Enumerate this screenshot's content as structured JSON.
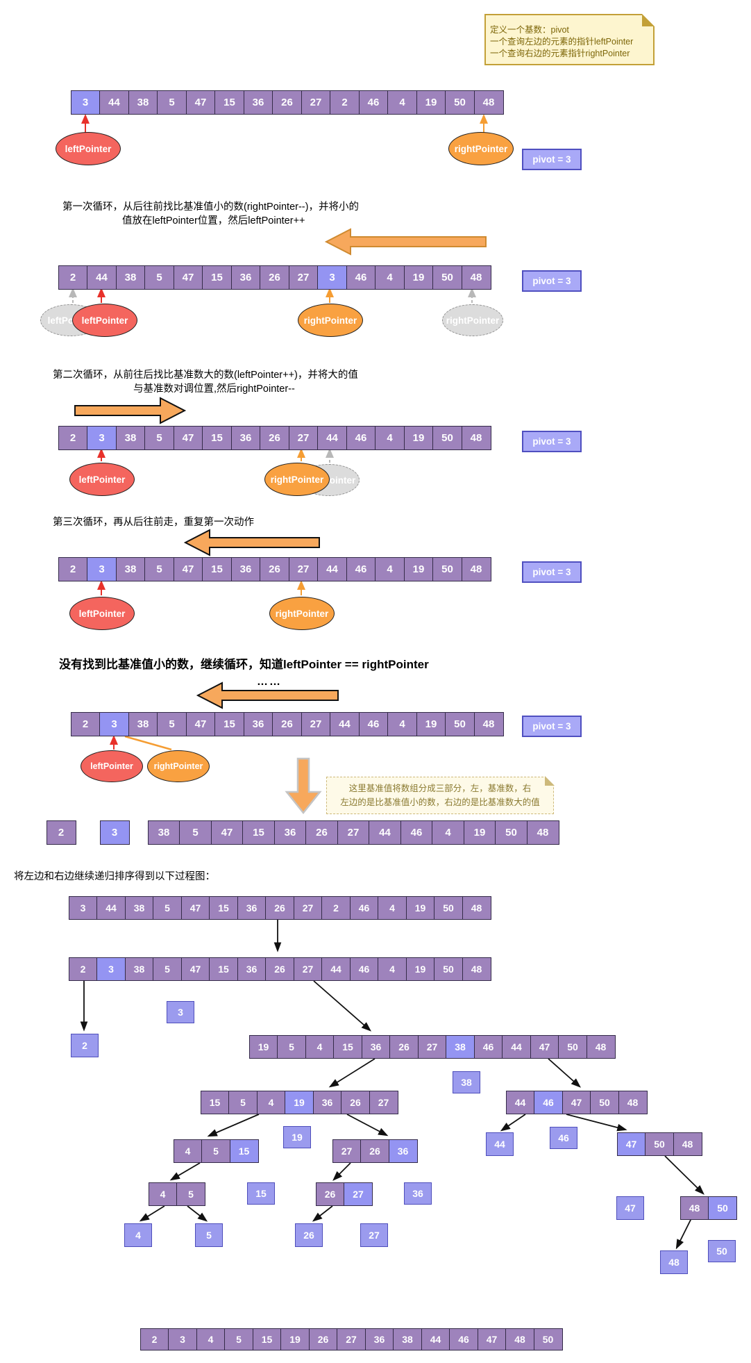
{
  "labels": {
    "pivot": "pivot = 3",
    "left_pointer": "leftPointer",
    "right_pointer": "rightPointer"
  },
  "note": {
    "line1": "定义一个基数：pivot",
    "line2": "一个查询左边的元素的指针leftPointer",
    "line3": "一个查询右边的元素指针rightPointer"
  },
  "dashed_note": {
    "line1": "这里基准值将数组分成三部分，左，基准数，右",
    "line2": "左边的是比基准值小的数，右边的是比基准数大的值"
  },
  "texts": {
    "step1_line1": "第一次循环，从后往前找比基准值小的数(rightPointer--)，并将小的",
    "step1_line2": "值放在leftPointer位置，然后leftPointer++",
    "step2_line1": "第二次循环，从前往后找比基准数大的数(leftPointer++)，并将大的值",
    "step2_line2": "与基准数对调位置,然后rightPointer--",
    "step3": "第三次循环，再从后往前走，重复第一次动作",
    "no_smaller": "没有找到比基准值小的数，继续循环，知道leftPointer == rightPointer",
    "ellipsis": "……",
    "recursion_caption": "将左边和右边继续递归排序得到以下过程图："
  },
  "colors": {
    "cell_purple": "#9e83bc",
    "cell_highlight": "#9494f2",
    "leaf_blue": "#9b9bee",
    "pivot_fill": "#a9a9f7",
    "pivot_border": "#4f4fc0",
    "left_pointer_red": "#f4655e",
    "right_pointer_orange": "#f9a141",
    "ghost_gray": "#dcdcdc",
    "block_arrow_orange": "#f7a85c",
    "note_bg": "#fdf5cf",
    "note_border": "#c3a037"
  },
  "arrays": {
    "row1": {
      "values": [
        3,
        44,
        38,
        5,
        47,
        15,
        36,
        26,
        27,
        2,
        46,
        4,
        19,
        50,
        48
      ],
      "highlight": [
        0
      ]
    },
    "row2": {
      "values": [
        2,
        44,
        38,
        5,
        47,
        15,
        36,
        26,
        27,
        3,
        46,
        4,
        19,
        50,
        48
      ],
      "highlight": [
        9
      ]
    },
    "row3": {
      "values": [
        2,
        3,
        38,
        5,
        47,
        15,
        36,
        26,
        27,
        44,
        46,
        4,
        19,
        50,
        48
      ],
      "highlight": [
        1
      ]
    },
    "row4": {
      "values": [
        2,
        3,
        38,
        5,
        47,
        15,
        36,
        26,
        27,
        44,
        46,
        4,
        19,
        50,
        48
      ],
      "highlight": [
        1
      ]
    },
    "row5": {
      "values": [
        2,
        3,
        38,
        5,
        47,
        15,
        36,
        26,
        27,
        44,
        46,
        4,
        19,
        50,
        48
      ],
      "highlight": [
        1
      ]
    },
    "split_left": {
      "values": [
        2
      ],
      "highlight": []
    },
    "split_pivot": {
      "values": [
        3
      ],
      "highlight": [
        0
      ]
    },
    "split_right": {
      "values": [
        38,
        5,
        47,
        15,
        36,
        26,
        27,
        44,
        46,
        4,
        19,
        50,
        48
      ],
      "highlight": []
    },
    "tree_r0": {
      "values": [
        3,
        44,
        38,
        5,
        47,
        15,
        36,
        26,
        27,
        2,
        46,
        4,
        19,
        50,
        48
      ],
      "highlight": []
    },
    "tree_r1": {
      "values": [
        2,
        3,
        38,
        5,
        47,
        15,
        36,
        26,
        27,
        44,
        46,
        4,
        19,
        50,
        48
      ],
      "highlight": [
        1
      ]
    },
    "tree_r2": {
      "values": [
        19,
        5,
        4,
        15,
        36,
        26,
        27,
        38,
        46,
        44,
        47,
        50,
        48
      ],
      "highlight": [
        7
      ]
    },
    "tree_l1": {
      "values": [
        15,
        5,
        4,
        19,
        36,
        26,
        27
      ],
      "highlight": [
        3
      ]
    },
    "tree_r3": {
      "values": [
        44,
        46,
        47,
        50,
        48
      ],
      "highlight": [
        1
      ]
    },
    "tree_l2a": {
      "values": [
        4,
        5,
        15
      ],
      "highlight": [
        2
      ]
    },
    "tree_l2b": {
      "values": [
        27,
        26,
        36
      ],
      "highlight": [
        2
      ]
    },
    "tree_r4": {
      "values": [
        47,
        50,
        48
      ],
      "highlight": [
        0
      ]
    },
    "tree_l3a": {
      "values": [
        4,
        5
      ],
      "highlight": []
    },
    "tree_l3b": {
      "values": [
        26,
        27
      ],
      "highlight": [
        1
      ]
    },
    "tree_r5": {
      "values": [
        48,
        50
      ],
      "highlight": [
        1
      ]
    },
    "final": {
      "values": [
        2,
        3,
        4,
        5,
        15,
        19,
        26,
        27,
        36,
        38,
        44,
        46,
        47,
        48,
        50
      ],
      "highlight": []
    }
  },
  "leaves": {
    "n2": "2",
    "n3": "3",
    "n38": "38",
    "n19": "19",
    "n44": "44",
    "n46": "46",
    "n15": "15",
    "n36": "36",
    "n4": "4",
    "n5": "5",
    "n26": "26",
    "n27": "27",
    "n47": "47",
    "n48": "48",
    "n50": "50"
  }
}
